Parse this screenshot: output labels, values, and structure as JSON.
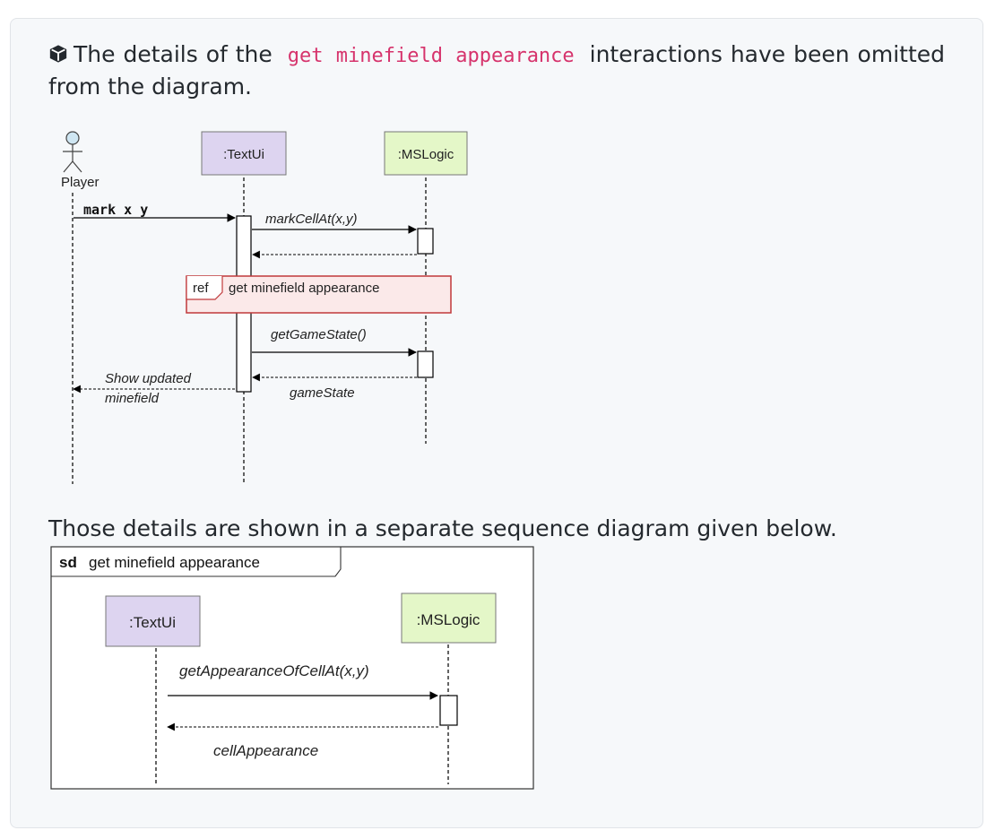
{
  "note": {
    "icon": "cube-icon",
    "prefix": "The details of the",
    "code": "get minefield appearance",
    "suffix": "interactions have been omitted from the diagram."
  },
  "diagram1": {
    "actor": "Player",
    "lifelines": {
      "textui": ":TextUi",
      "mslogic": ":MSLogic"
    },
    "messages": {
      "mark": "mark x y",
      "markCellAt": "markCellAt(x,y)",
      "ref_tag": "ref",
      "ref_label": "get minefield appearance",
      "getGameState": "getGameState()",
      "gameState": "gameState",
      "show_line1": "Show updated",
      "show_line2": "minefield"
    }
  },
  "separate_text": "Those details are shown in a separate sequence diagram given below.",
  "diagram2": {
    "frame_tag": "sd",
    "frame_title": "get minefield appearance",
    "lifelines": {
      "textui": ":TextUi",
      "mslogic": ":MSLogic"
    },
    "messages": {
      "call": "getAppearanceOfCellAt(x,y)",
      "ret": "cellAppearance"
    }
  },
  "colors": {
    "textui_fill": "#ddd4f0",
    "mslogic_fill": "#e4f7c8",
    "ref_border": "#c0393b",
    "ref_fill": "#fbe9e9",
    "code_text": "#d6336c"
  }
}
